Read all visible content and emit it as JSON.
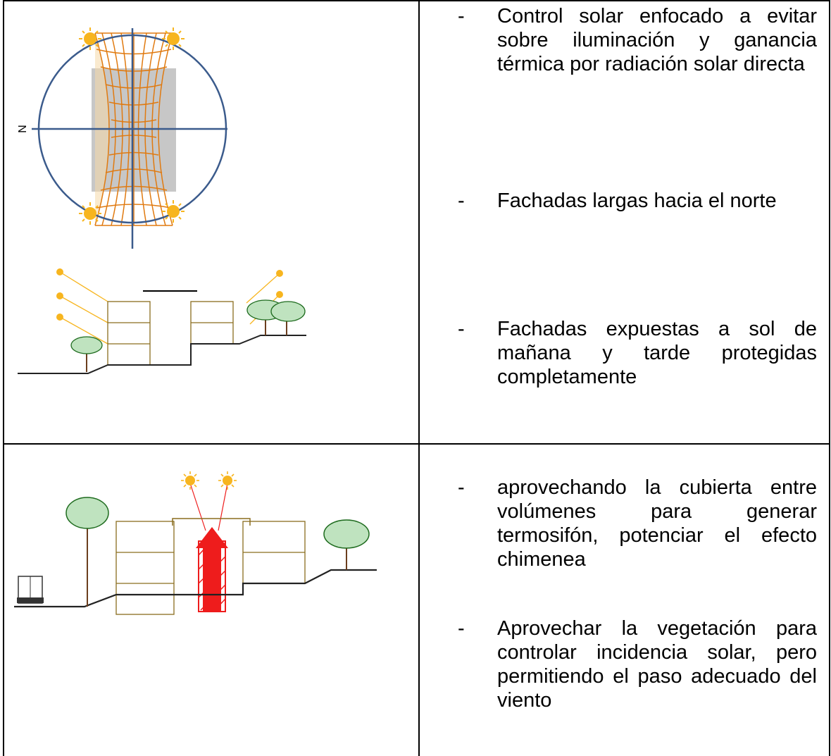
{
  "bullet_symbol": "-",
  "compass": {
    "north_label": "N"
  },
  "rows": [
    {
      "items": [
        {
          "text": "Control solar enfocado a evitar sobre iluminación y ganancia térmica por radiación solar directa"
        },
        {
          "text": "Fachadas largas hacia el norte"
        },
        {
          "text": "Fachadas expuestas a sol de mañana y tarde protegidas completamente"
        }
      ]
    },
    {
      "items": [
        {
          "text": "aprovechando la cubierta entre volúmenes para generar termosifón, potenciar el efecto chimenea"
        },
        {
          "text": "Aprovechar la vegetación para controlar incidencia solar, pero permitiendo el paso adecuado del viento"
        }
      ]
    }
  ],
  "colors": {
    "accent_red": "#ee1c1c",
    "sun": "#f7b51f",
    "building_line": "#8a6d1e",
    "tree_green": "#1e6b1e",
    "compass_circle": "#3b5b8c"
  }
}
